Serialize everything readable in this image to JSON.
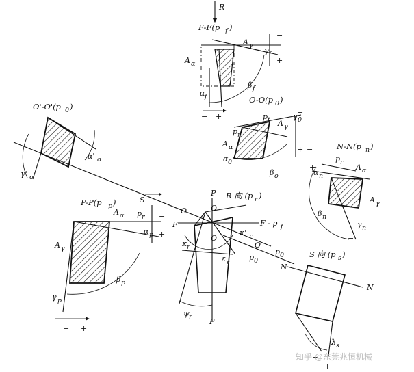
{
  "labels": {
    "R_top": "R",
    "FF_title": "F-F(p",
    "FF_sub": "f",
    "A_gamma_top": "A",
    "A_gamma_top_sub": "γ",
    "A_alpha_top": "A",
    "A_alpha_top_sub": "α",
    "gamma_f": "γ",
    "gamma_f_sub": "f",
    "alpha_f": "α",
    "alpha_f_sub": "f",
    "beta_f": "β",
    "beta_f_sub": "f",
    "OO_title": "O-O(p",
    "OO_sub": "0",
    "OpOp_title": "O'-O'(p",
    "OpOp_sub": "0",
    "gamma_o_p": "γ'",
    "gamma_o_p_sub": "o",
    "alpha_o_p": "α'",
    "alpha_o_p_sub": "o",
    "NN_title": "N-N(p",
    "NN_sub": "n",
    "PP_title": "P-P(p",
    "PP_sub": "p",
    "S_mid": "S",
    "P_mid": "P",
    "R_dir": "R 向 (p",
    "R_dir_sub": "r",
    "S_dir": "S 向 (p",
    "S_dir_sub": "s",
    "F_left": "F",
    "F_right": "F - p",
    "F_right_sub": "f",
    "O_left": "O",
    "O_prime": "O'",
    "O_prime2": "O'",
    "O_right": "O",
    "kappa_r": "κ",
    "kappa_r_sub": "r",
    "kappa_rp": "κ'",
    "kappa_rp_sub": "r",
    "epsilon_r": "ε",
    "epsilon_r_sub": "r",
    "psi_r": "ψ",
    "psi_r_sub": "r",
    "p0": "p",
    "p0_sub": "0",
    "p0b": "p",
    "p0b_sub": "0",
    "N_left": "N",
    "N_right": "N",
    "P_bottom": "P",
    "lambda_s": "λ",
    "lambda_s_sub": "s",
    "pt": "p",
    "pt_sub": "t",
    "pr": "p",
    "pr_sub": "r",
    "A_alpha_mid": "A",
    "A_alpha_mid_sub": "α",
    "A_gamma_mid": "A",
    "A_gamma_mid_sub": "γ",
    "alpha0": "α",
    "alpha0_sub": "0",
    "beta0": "β",
    "beta0_sub": "o",
    "gamma0": "γ",
    "gamma0_sub": "0",
    "pr_n": "p",
    "pr_n_sub": "r",
    "A_alpha_n": "A",
    "A_alpha_n_sub": "α",
    "A_gamma_n": "A",
    "A_gamma_n_sub": "γ",
    "alpha_n": "α",
    "alpha_n_sub": "n",
    "beta_n": "β",
    "beta_n_sub": "n",
    "gamma_n": "γ",
    "gamma_n_sub": "n",
    "A_alpha_p": "A",
    "A_alpha_p_sub": "α",
    "A_gamma_p": "A",
    "A_gamma_p_sub": "γ",
    "pr_p": "p",
    "pr_p_sub": "r",
    "alpha_p": "α",
    "alpha_p_sub": "p",
    "beta_p": "β",
    "beta_p_sub": "p",
    "gamma_p": "γ",
    "gamma_p_sub": "p",
    "plus": "+",
    "minus": "−"
  },
  "watermark": "知乎 @东莞兆恒机械"
}
